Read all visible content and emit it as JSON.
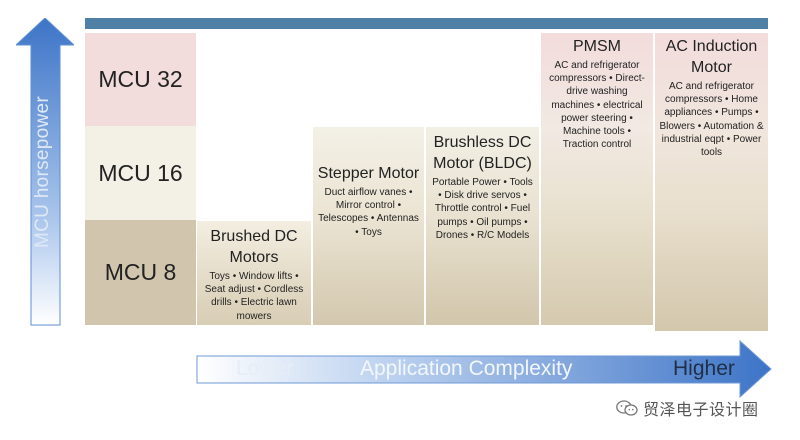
{
  "axes": {
    "vertical": "MCU horsepower",
    "horizontal": {
      "lower": "Lower",
      "center": "Application Complexity",
      "higher": "Higher"
    }
  },
  "mcu_levels": [
    "MCU 32",
    "MCU 16",
    "MCU 8"
  ],
  "motors": {
    "brushed": {
      "title": "Brushed DC Motors",
      "desc": "Toys • Window lifts • Seat adjust • Cordless drills • Electric lawn mowers"
    },
    "stepper": {
      "title": "Stepper Motor",
      "desc": "Duct airflow vanes • Mirror control • Telescopes • Antennas • Toys"
    },
    "bldc": {
      "title": "Brushless DC Motor (BLDC)",
      "desc": "Portable Power • Tools • Disk drive servos • Throttle control • Fuel pumps • Oil pumps • Drones • R/C Models"
    },
    "pmsm": {
      "title": "PMSM",
      "desc": "AC and refrigerator compressors • Direct-drive washing machines • electrical power steering • Machine tools • Traction control"
    },
    "acim": {
      "title": "AC Induction Motor",
      "desc": "AC and refrigerator compressors • Home appliances • Pumps • Blowers • Automation & industrial eqpt • Power tools"
    }
  },
  "watermark": "贸泽电子设计圈",
  "colors": {
    "top_bar": "#4f81a7",
    "arrow_dark": "#3d74c7",
    "arrow_light": "#ffffff",
    "mcu32": "#f2dcdc",
    "mcu16": "#f3f0e6",
    "mcu8": "#d1c6ad"
  }
}
